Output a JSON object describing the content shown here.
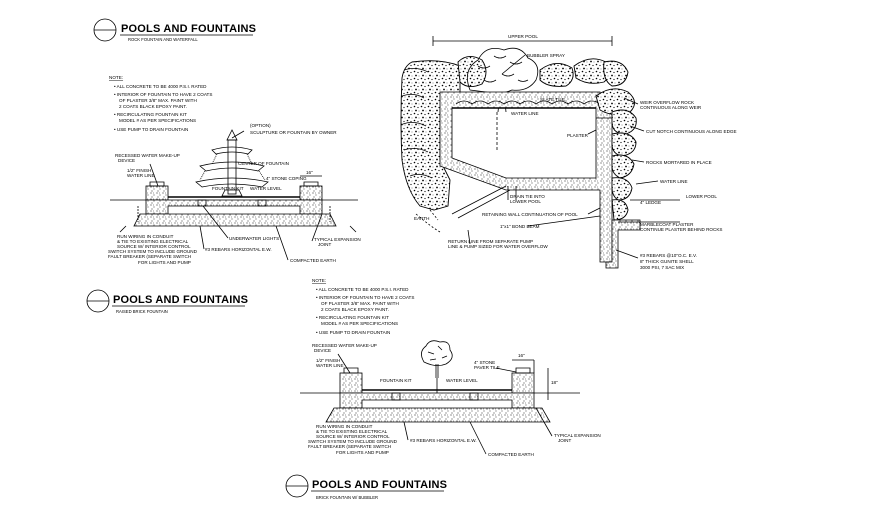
{
  "sections": [
    {
      "title": "POOLS AND FOUNTAINS",
      "subtitle": "ROCK FOUNTAIN AND WATERFALL"
    },
    {
      "title": "POOLS AND FOUNTAINS",
      "subtitle": "RAISED BRICK FOUNTAIN"
    },
    {
      "title": "POOLS AND FOUNTAINS",
      "subtitle": "BRICK FOUNTAIN W/ BUBBLER"
    }
  ],
  "notes_top": {
    "heading": "NOTE:",
    "items": [
      "• ALL CONCRETE TO BE 4000 P.S.I. RATED",
      "• INTERIOR OF FOUNTAIN TO HAVE 2 COATS",
      "OF PLASTER 3/8\" MAX.  PAINT WITH",
      "2 COATS BLACK EPOXY PAINT.",
      "• RECIRCULATING FOUNTAIN KIT",
      "MODEL # AS PER SPECIFICATIONS",
      "• USE PUMP TO DRAIN FOUNTAIN"
    ]
  },
  "notes_bottom": {
    "heading": "NOTE:",
    "items": [
      "• ALL CONCRETE TO BE 4000 P.S.I. RATED",
      "• INTERIOR OF FOUNTAIN TO HAVE 2 COATS",
      "OF PLASTER 3/8\" MAX.  PAINT WITH",
      "2 COATS BLACK EPOXY PAINT.",
      "• RECIRCULATING FOUNTAIN KIT",
      "MODEL # AS PER SPECIFICATIONS",
      "• USE PUMP TO DRAIN FOUNTAIN"
    ]
  },
  "labels_top_left": {
    "option": "(OPTION)",
    "sculpture": "SCULPTURE OR FOUNTAIN BY OWNER",
    "makeup": "RECESSED WATER MAKE-UP",
    "makeup2": "DEVICE",
    "finish": "1/2\" FINISH",
    "waterline": "WATER LINE",
    "center": "CENTER OF FOUNTAIN",
    "kit": "FOUNTAIN KIT",
    "level": "WATER LEVEL",
    "coping": "4\" STONE COPING",
    "dim": "16\"",
    "lights": "UNDERWATER LIGHTS",
    "rebar": "#3 REBARS HORIZONTAL E.W.",
    "compacted": "COMPACTED EARTH",
    "expansion": "TYPICAL EXPANSION",
    "joint": "JOINT",
    "wiring": [
      "RUN WIRING IN CONDUIT",
      "& TIE TO EXISTING ELECTRICAL",
      "SOURCE W/ INTERIOR CONTROL",
      "SWITCH SYSTEM TO INCLUDE GROUND",
      "FAULT BREAKER (SEPARATE SWITCH",
      "FOR LIGHTS AND PUMP"
    ]
  },
  "labels_right": {
    "upper_pool": "UPPER POOL",
    "bubbler": "BUBBLER SPRAY",
    "slate": "SLATE TILE",
    "waterline": "WATER LINE",
    "weir": "WEIR OVERFLOW ROCK",
    "weir2": "CONTINUOUS ALONG WEIR",
    "plaster": "PLASTER",
    "notch": "CUT NOTCH CONTINUOUS ALONG EDGE",
    "rocks": "ROCKS MORTARED IN PLACE",
    "waterline2": "WATER LINE",
    "ledge": "4\" LEDGE",
    "lower_pool": "LOWER POOL",
    "drain": "DRAIN TIE INTO",
    "drain2": "LOWER POOL",
    "earth": "EARTH",
    "retaining": "RETAINING WALL CONTINUATION OF POOL",
    "bond": "1\"x1\" BOND BEAM",
    "return": "RETURN LINE FROM SEPARATE PUMP",
    "return2": "LINE & PUMP SIZED FOR WATER OVERFLOW",
    "marblecoat": "MARBLECOAT PLASTER",
    "marblecoat2": "CONTINUE PLASTER BEHIND ROCKS",
    "rebar": "#3 REBARS @10\"O.C. E.V.",
    "gunite": "8\" THICK GUNITE SHELL",
    "gunite2": "3000 PSI, 7 SAC MIX"
  },
  "labels_bottom": {
    "makeup": "RECESSED WATER MAKE-UP",
    "makeup2": "DEVICE",
    "finish": "1/2\" FINISH",
    "waterline": "WATER LINE",
    "kit": "FOUNTAIN KIT",
    "level": "WATER LEVEL",
    "coping": "4\" STONE",
    "coping2": "PAVER TILE",
    "dim": "16\"",
    "dim2": "18\"",
    "rebar": "#3 REBARS HORIZONTAL E.W.",
    "compacted": "COMPACTED EARTH",
    "expansion": "TYPICAL EXPANSION",
    "joint": "JOINT",
    "wiring": [
      "RUN WIRING IN CONDUIT",
      "& TIE TO EXISTING ELECTRICAL",
      "SOURCE W/ INTERIOR CONTROL",
      "SWITCH SYSTEM TO INCLUDE GROUND",
      "FAULT BREAKER (SEPARATE SWITCH",
      "FOR LIGHTS AND PUMP"
    ]
  }
}
